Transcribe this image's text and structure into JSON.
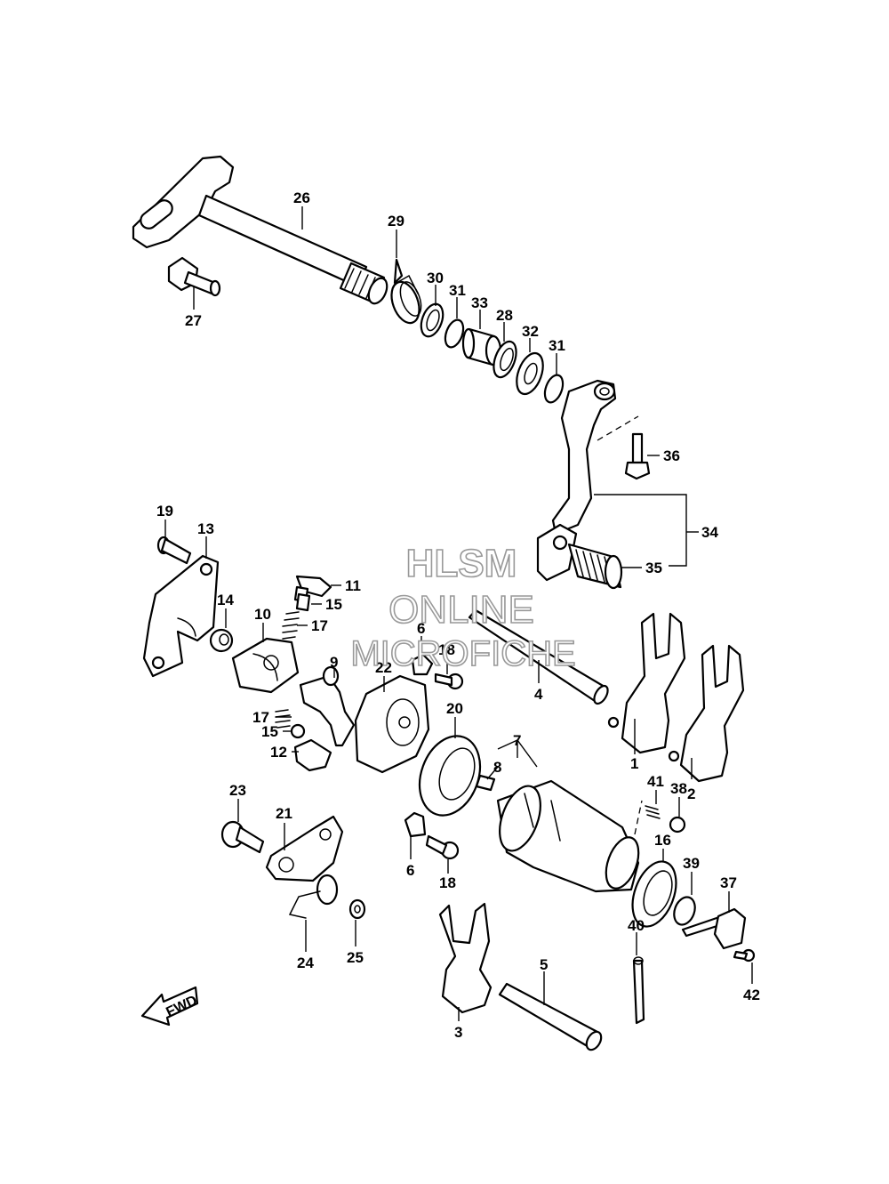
{
  "watermark": {
    "line1": "HLSM",
    "line2": "ONLINE",
    "line3": "MICROFICHE"
  },
  "direction_badge": "FWD",
  "callouts": {
    "c1": "1",
    "c2": "2",
    "c3": "3",
    "c4": "4",
    "c5": "5",
    "c6a": "6",
    "c6b": "6",
    "c7": "7",
    "c8": "8",
    "c9": "9",
    "c10": "10",
    "c11": "11",
    "c12": "12",
    "c13": "13",
    "c14": "14",
    "c15a": "15",
    "c15b": "15",
    "c16": "16",
    "c17a": "17",
    "c17b": "17",
    "c18a": "18",
    "c18b": "18",
    "c19": "19",
    "c20": "20",
    "c21": "21",
    "c22": "22",
    "c23": "23",
    "c24": "24",
    "c25": "25",
    "c26": "26",
    "c27": "27",
    "c28": "28",
    "c29": "29",
    "c30": "30",
    "c31a": "31",
    "c31b": "31",
    "c32": "32",
    "c33": "33",
    "c34": "34",
    "c35": "35",
    "c36": "36",
    "c37": "37",
    "c38": "38",
    "c39": "39",
    "c40": "40",
    "c41": "41",
    "c42": "42"
  }
}
